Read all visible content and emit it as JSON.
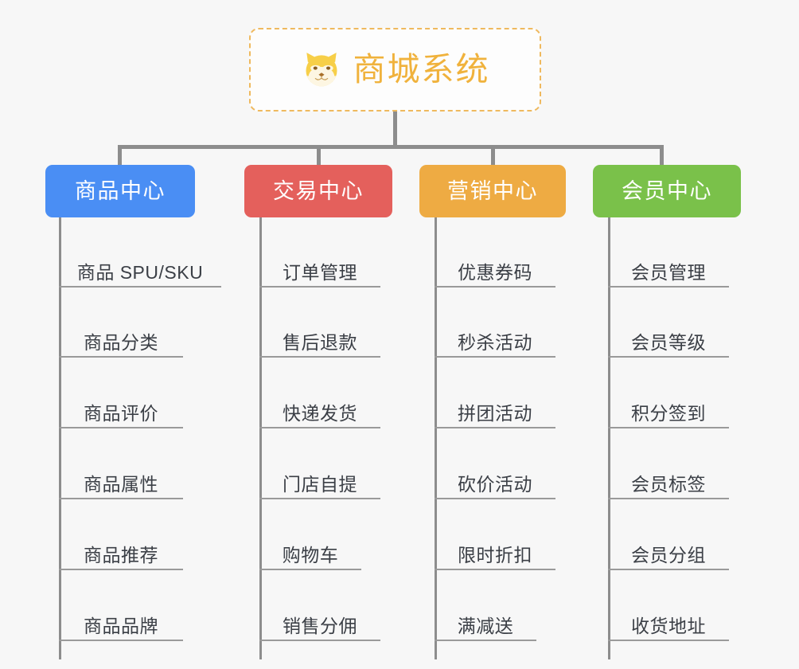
{
  "canvas": {
    "background": "#f7f7f7",
    "connector_color": "#8d8d8d",
    "leaf_text_color": "#3b3f46",
    "leaf_rule_color": "#9a9a9a"
  },
  "root": {
    "title": "商城系统",
    "icon": "shiba-dog-icon",
    "border_color": "#efb95e",
    "text_color": "#f0b23c",
    "background": "#fdfdfd"
  },
  "branches": [
    {
      "id": "product-center",
      "label": "商品中心",
      "color": "#4a8ef4",
      "text_color": "#ffffff",
      "items": [
        "商品 SPU/SKU",
        "商品分类",
        "商品评价",
        "商品属性",
        "商品推荐",
        "商品品牌"
      ]
    },
    {
      "id": "trade-center",
      "label": "交易中心",
      "color": "#e4605c",
      "text_color": "#ffffff",
      "items": [
        "订单管理",
        "售后退款",
        "快递发货",
        "门店自提",
        "购物车",
        "销售分佣"
      ]
    },
    {
      "id": "marketing-center",
      "label": "营销中心",
      "color": "#eeab43",
      "text_color": "#ffffff",
      "items": [
        "优惠券码",
        "秒杀活动",
        "拼团活动",
        "砍价活动",
        "限时折扣",
        "满减送"
      ]
    },
    {
      "id": "member-center",
      "label": "会员中心",
      "color": "#7ac14a",
      "text_color": "#ffffff",
      "items": [
        "会员管理",
        "会员等级",
        "积分签到",
        "会员标签",
        "会员分组",
        "收货地址"
      ]
    }
  ]
}
